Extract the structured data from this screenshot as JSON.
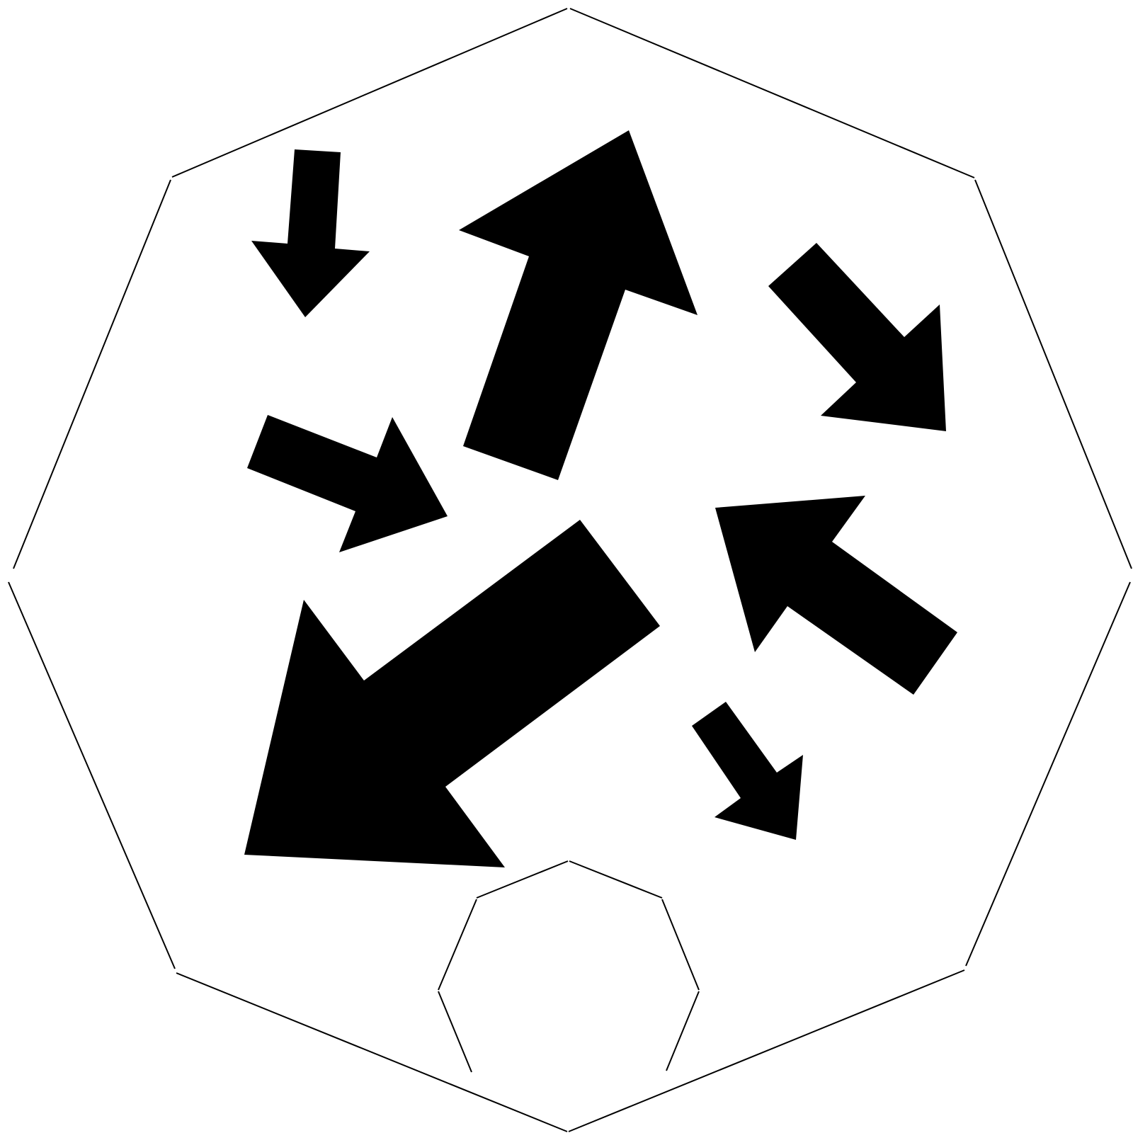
{
  "colors": {
    "background": "#ffffff",
    "outline": "#000000",
    "arrow_fill": "#000000"
  },
  "figure": {
    "outer_frame": {
      "shape": "octagon",
      "style": "outline-with-gaps"
    },
    "inner_frame": {
      "shape": "octagon-open-bottom",
      "style": "outline-with-gaps"
    },
    "arrows": [
      {
        "id": "arrow-1",
        "direction": "down",
        "size": "small"
      },
      {
        "id": "arrow-2",
        "direction": "up-right",
        "size": "large"
      },
      {
        "id": "arrow-3",
        "direction": "down-right",
        "size": "medium"
      },
      {
        "id": "arrow-4",
        "direction": "right-down",
        "size": "small"
      },
      {
        "id": "arrow-5",
        "direction": "down-left",
        "size": "large"
      },
      {
        "id": "arrow-6",
        "direction": "up-left",
        "size": "medium"
      },
      {
        "id": "arrow-7",
        "direction": "down-right",
        "size": "small"
      }
    ]
  }
}
